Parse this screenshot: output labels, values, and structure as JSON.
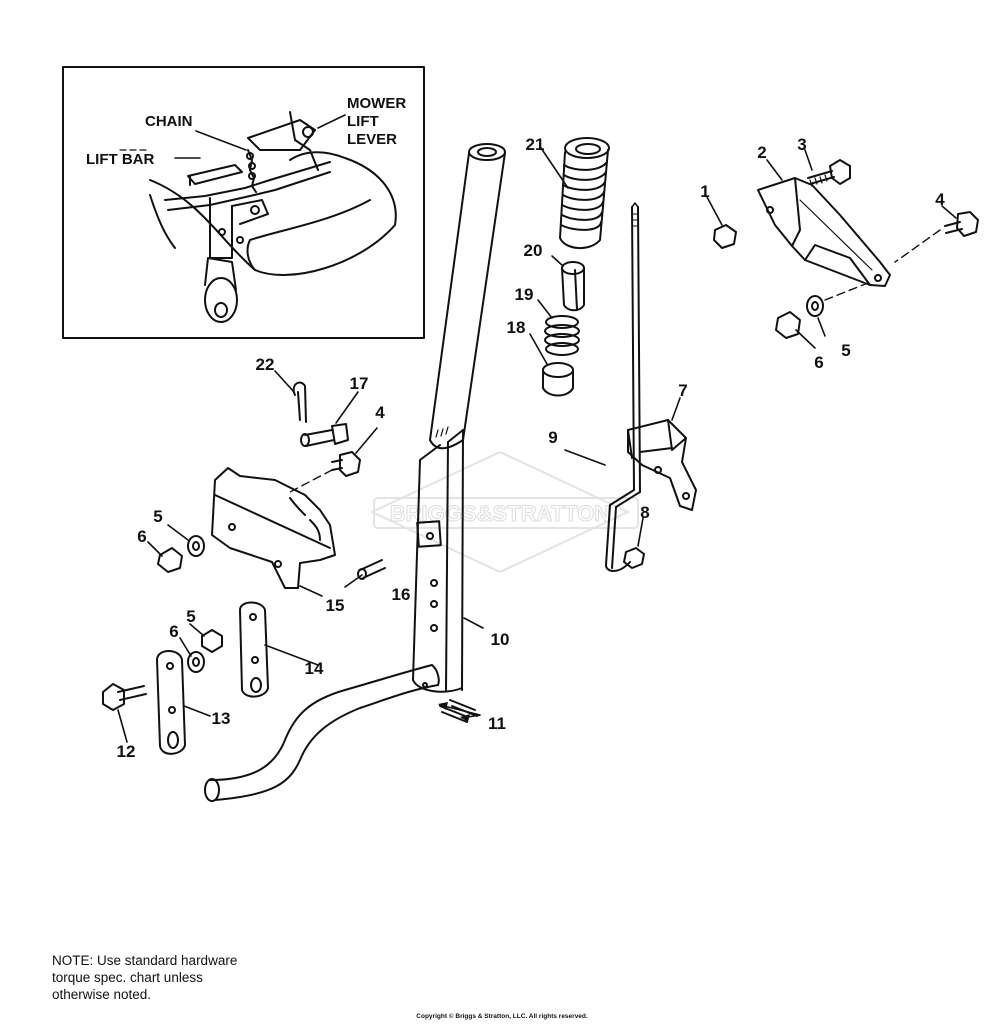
{
  "inset": {
    "labels": {
      "mower_lift_lever_1": "MOWER",
      "mower_lift_lever_2": "LIFT",
      "mower_lift_lever_3": "LEVER",
      "chain": "CHAIN",
      "lift_bar": "LIFT BAR"
    }
  },
  "callouts": {
    "c1": "1",
    "c2": "2",
    "c3": "3",
    "c4a": "4",
    "c4b": "4",
    "c5a": "5",
    "c5b": "5",
    "c5c": "5",
    "c6a": "6",
    "c6b": "6",
    "c6c": "6",
    "c7": "7",
    "c8": "8",
    "c9": "9",
    "c10": "10",
    "c11": "11",
    "c12": "12",
    "c13": "13",
    "c14": "14",
    "c15": "15",
    "c16": "16",
    "c17": "17",
    "c18": "18",
    "c19": "19",
    "c20": "20",
    "c21": "21",
    "c22": "22"
  },
  "watermark": "BRIGGS&STRATTON",
  "note": {
    "line1": "NOTE:  Use standard hardware",
    "line2": "torque spec. chart unless",
    "line3": "otherwise noted."
  },
  "copyright": "Copyright © Briggs & Stratton, LLC. All rights reserved."
}
